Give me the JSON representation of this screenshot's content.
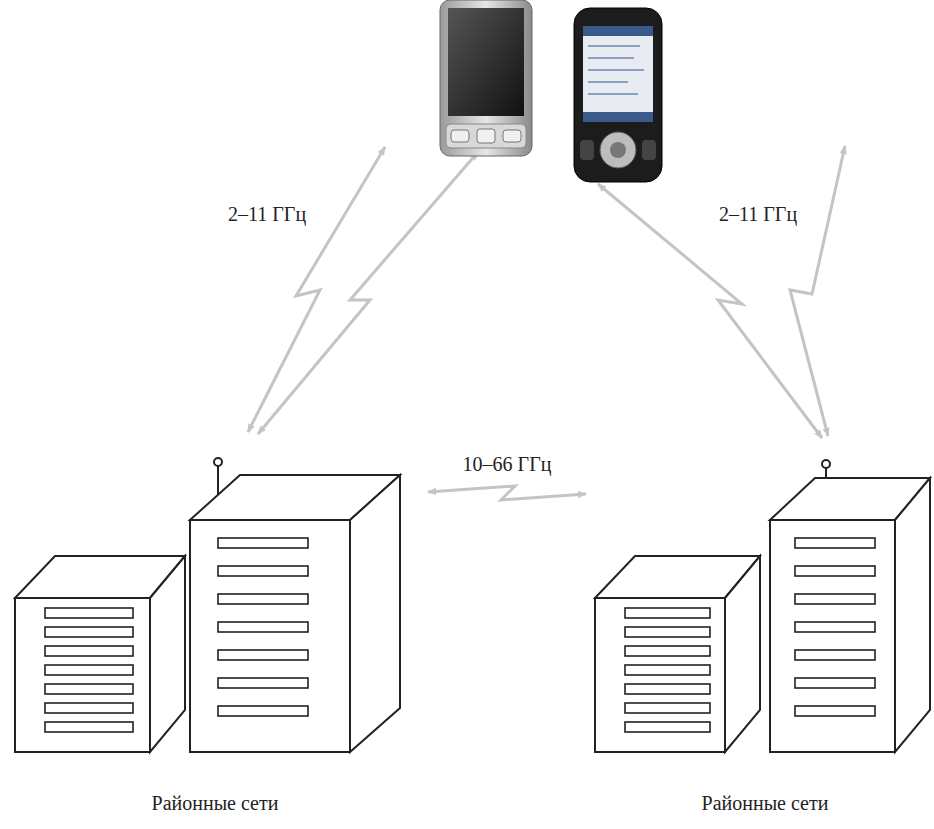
{
  "diagram": {
    "nodes": [
      {
        "text": [
          "Районные сети"
        ]
      },
      {
        "text": [
          "Районные сети"
        ]
      }
    ],
    "edges": [
      {
        "from": 0,
        "to": 1,
        "arrow": "both",
        "label": "10–66 ГГц"
      }
    ],
    "labels": [
      "2–11 ГГц",
      "2–11 ГГц"
    ]
  }
}
